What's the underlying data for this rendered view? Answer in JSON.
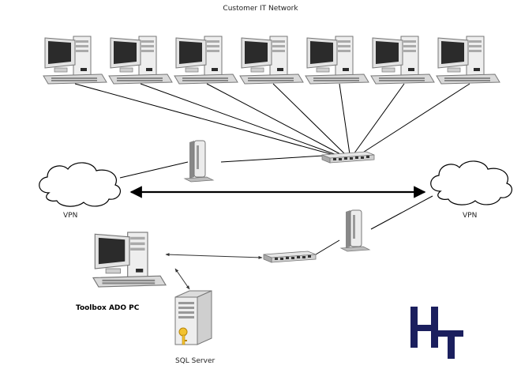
{
  "title": "Customer IT Network",
  "vpn_left_label": "VPN",
  "vpn_right_label": "VPN",
  "pc_label": "Toolbox ADO PC",
  "sql_label": "SQL Server",
  "logo": {
    "text": "HT",
    "color": "#1b1f5e"
  },
  "icons": [
    "computer-icon",
    "switch-icon",
    "router-icon",
    "cloud-icon",
    "server-icon",
    "key-icon"
  ]
}
